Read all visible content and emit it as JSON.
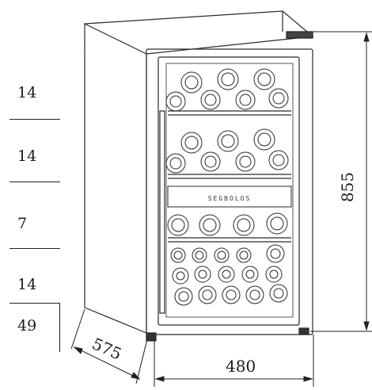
{
  "capacity_table": {
    "rows": [
      {
        "value": "14"
      },
      {
        "value": "14"
      },
      {
        "value": "7"
      },
      {
        "value": "14"
      }
    ],
    "total": "49"
  },
  "dimensions": {
    "height": "855",
    "width": "480",
    "depth": "575"
  },
  "control_panel_text": "SEGBOLOS"
}
